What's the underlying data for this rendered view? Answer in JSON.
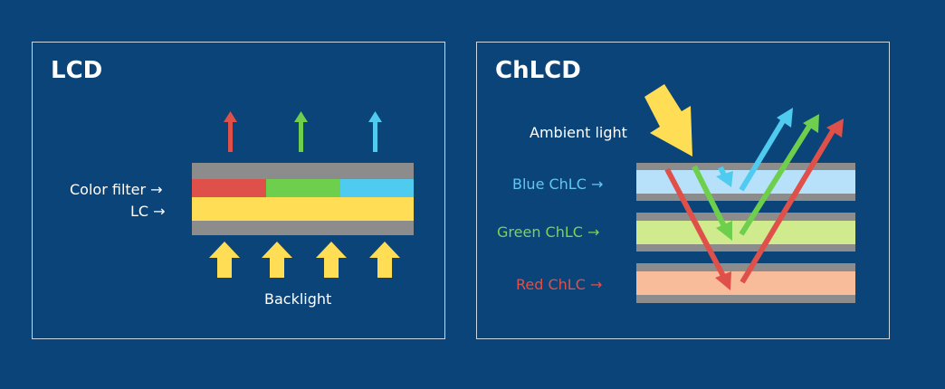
{
  "lcd": {
    "title": "LCD",
    "color_filter_label": "Color filter →",
    "lc_label": "LC →",
    "backlight_label": "Backlight"
  },
  "chlcd": {
    "title": "ChLCD",
    "ambient_label": "Ambient light",
    "blue_label": "Blue ChLC →",
    "green_label": "Green ChLC →",
    "red_label": "Red ChLC →"
  },
  "colors": {
    "background": "#0a4479",
    "gray_layer": "#8c8c8c",
    "red": "#e0504a",
    "green": "#6ecf4c",
    "cyan": "#4ecbef",
    "yellow": "#ffdd55",
    "blue_chlc": "#b7e1fb",
    "green_chlc": "#cfeb8e",
    "red_chlc": "#f9bc9a",
    "blue_text": "#63c6f2",
    "green_text": "#7cd25a",
    "red_text": "#e0504a"
  }
}
